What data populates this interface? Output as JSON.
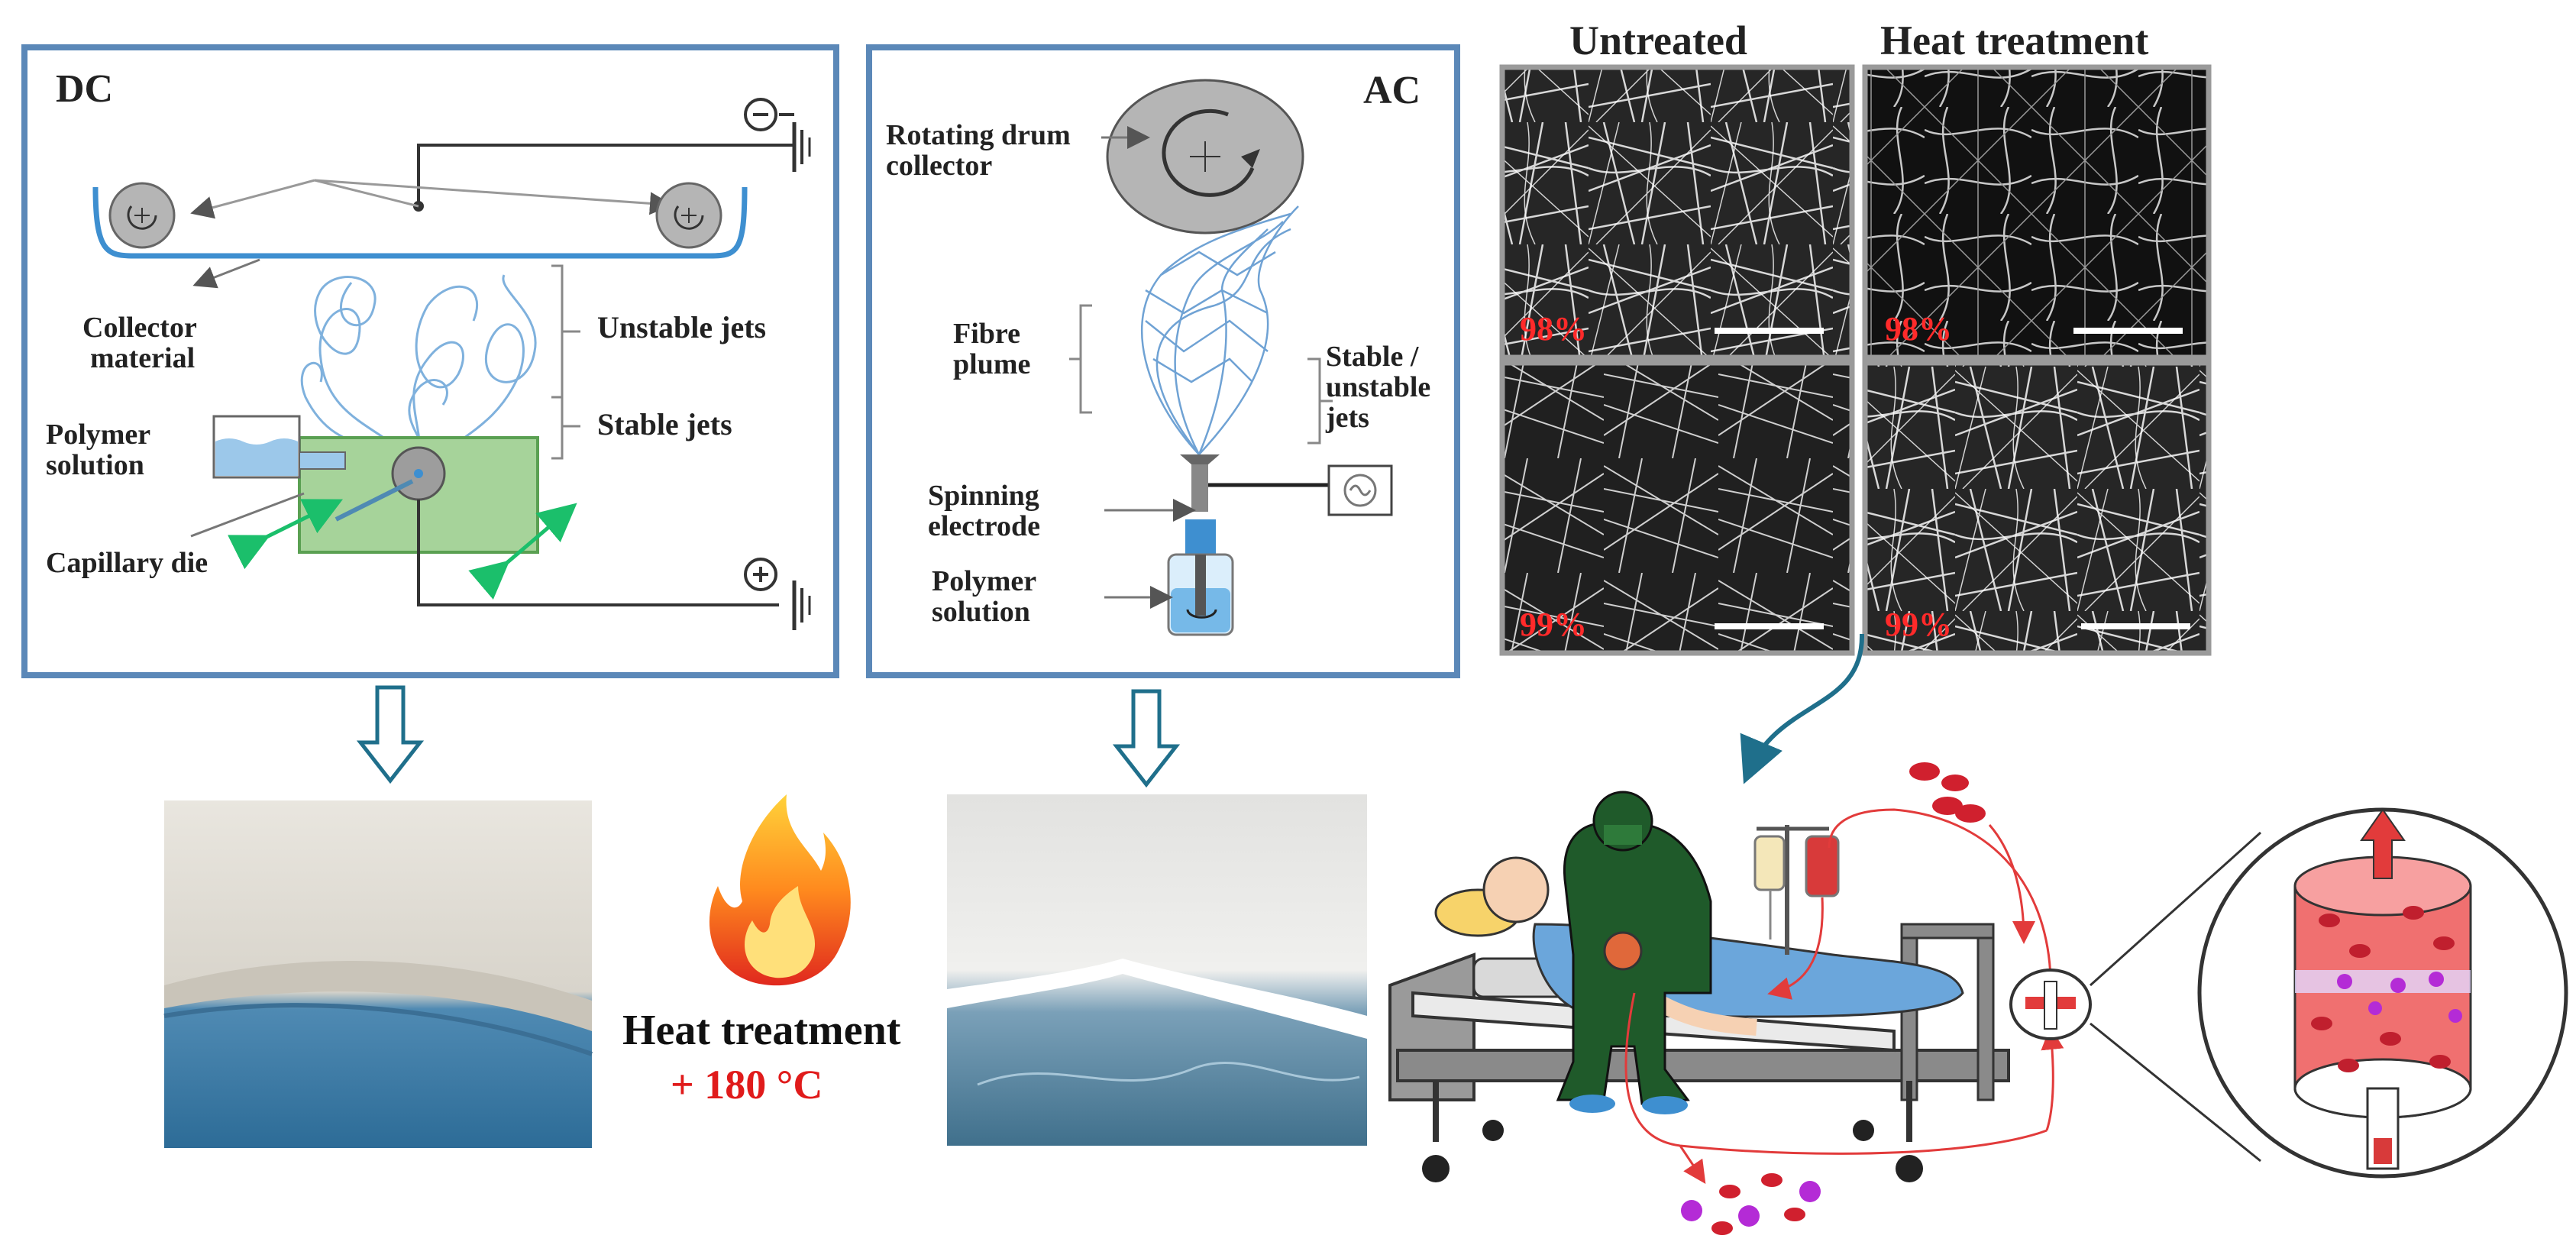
{
  "dc_panel": {
    "title": "DC",
    "labels": {
      "collector_material_1": "Collector",
      "collector_material_2": "material",
      "unstable_jets": "Unstable jets",
      "stable_jets": "Stable jets",
      "polymer_solution_1": "Polymer",
      "polymer_solution_2": "solution",
      "capillary_die": "Capillary die"
    },
    "negative_symbol": "−",
    "positive_symbol": "+"
  },
  "ac_panel": {
    "title": "AC",
    "labels": {
      "rotating_drum_1": "Rotating drum",
      "rotating_drum_2": "collector",
      "fibre_plume_1": "Fibre",
      "fibre_plume_2": "plume",
      "stable_unstable_1": "Stable /",
      "stable_unstable_2": "unstable",
      "stable_unstable_3": "jets",
      "spinning_electrode_1": "Spinning",
      "spinning_electrode_2": "electrode",
      "polymer_solution_1": "Polymer",
      "polymer_solution_2": "solution"
    }
  },
  "sem_grid": {
    "col_headers": [
      "Untreated",
      "Heat treatment"
    ],
    "cells": [
      {
        "label": "98%"
      },
      {
        "label": "98%"
      },
      {
        "label": "99%"
      },
      {
        "label": "99%"
      }
    ]
  },
  "heat_treatment": {
    "label": "Heat treatment",
    "temperature": "+ 180 °C"
  },
  "colors": {
    "panel_border": "#5b88b8",
    "flow_red": "#e23b3b",
    "percent_red": "#ff2a2a",
    "arrow_teal": "#1f6f8b",
    "green_die": "#a6d39a"
  }
}
